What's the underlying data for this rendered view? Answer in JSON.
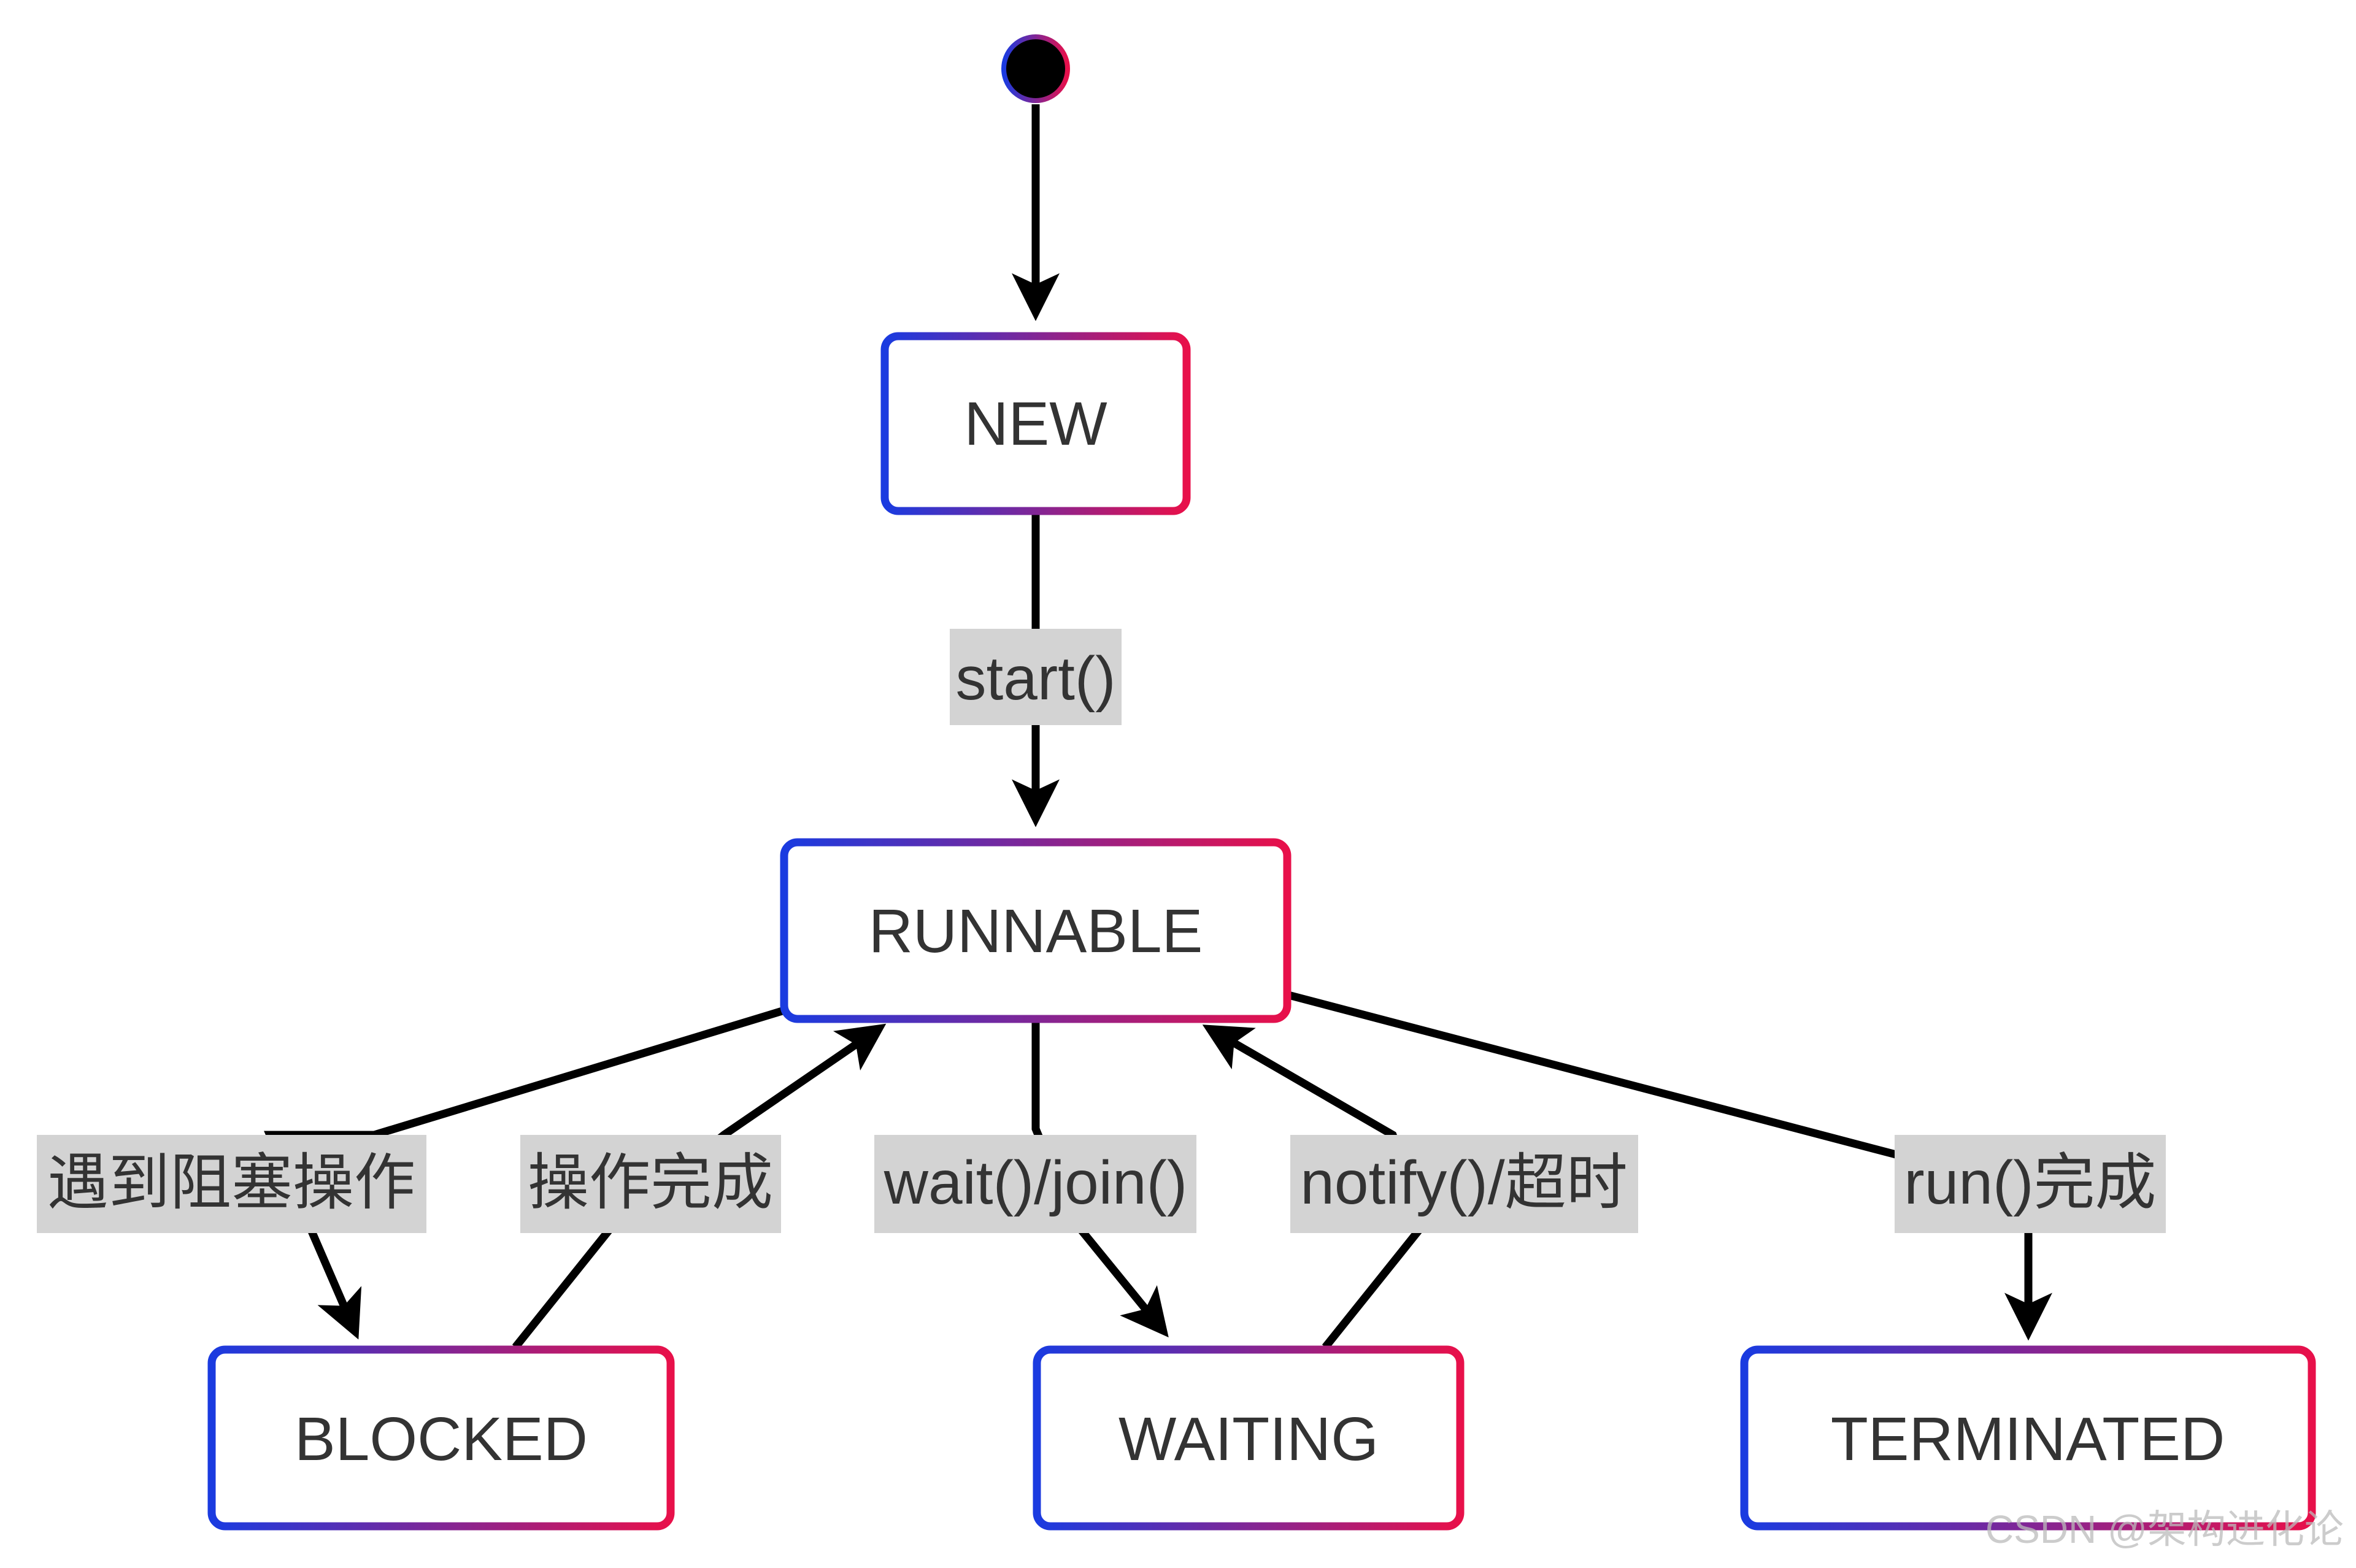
{
  "colors": {
    "gradient_start": "#1a3be0",
    "gradient_end": "#e8104a",
    "edge": "#000000",
    "label_bg": "#d3d3d3",
    "text": "#333333"
  },
  "states": {
    "new": "NEW",
    "runnable": "RUNNABLE",
    "blocked": "BLOCKED",
    "waiting": "WAITING",
    "terminated": "TERMINATED"
  },
  "transitions": {
    "start": "start()",
    "block": "遇到阻塞操作",
    "unblock": "操作完成",
    "wait": "wait()/join()",
    "notify": "notify()/超时",
    "finish": "run()完成"
  },
  "watermark": "CSDN @架构进化论"
}
